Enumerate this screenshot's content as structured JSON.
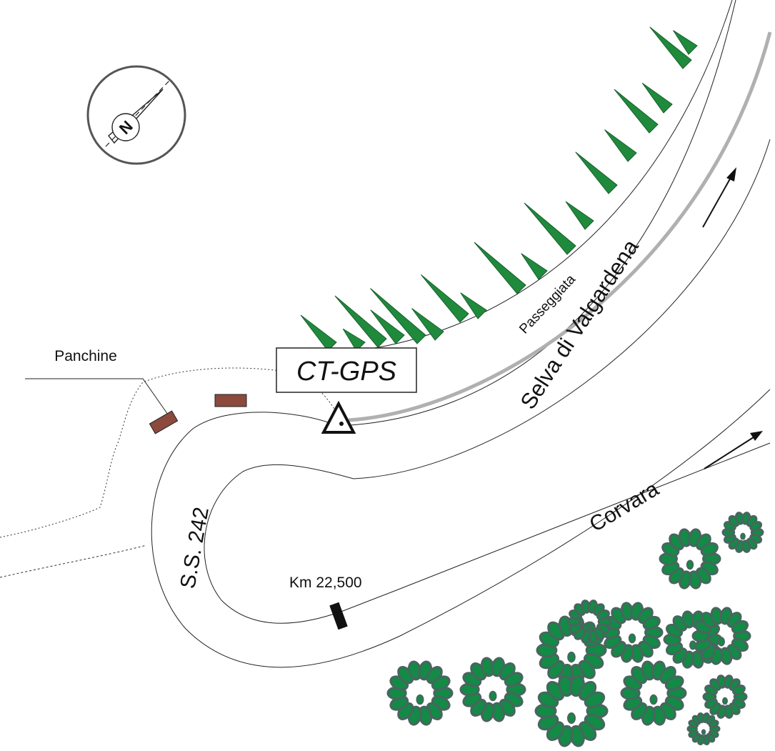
{
  "labels": {
    "station": "CT-GPS",
    "benches": "Panchine",
    "footpath": "Passeggiata",
    "road_upper": "Selva di Valgardena",
    "road_lower": "Corvara",
    "road_name": "S.S. 242",
    "km_marker": "Km 22,500"
  },
  "compass": {
    "letter": "N"
  },
  "colors": {
    "conifer": "#1f8a3c",
    "tree_fill": "#138a45",
    "tree_edge": "#4a6460",
    "bench": "#8b4a3c",
    "footpath": "#b0b0b0",
    "line": "#222222"
  }
}
